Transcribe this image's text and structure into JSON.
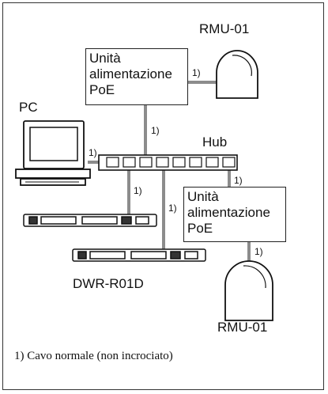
{
  "labels": {
    "rmu_top": "RMU-01",
    "rmu_bottom": "RMU-01",
    "pc": "PC",
    "hub": "Hub",
    "dwr": "DWR-R01D"
  },
  "poe_top": {
    "line1": "Unità",
    "line2": "alimentazione",
    "line3": "PoE"
  },
  "poe_bottom": {
    "line1": "Unità",
    "line2": "alimentazione",
    "line3": "PoE"
  },
  "cable_marker": "1)",
  "footnote": "1) Cavo normale (non incrociato)",
  "colors": {
    "cable": "#8c8c8c",
    "outline": "#111111"
  }
}
